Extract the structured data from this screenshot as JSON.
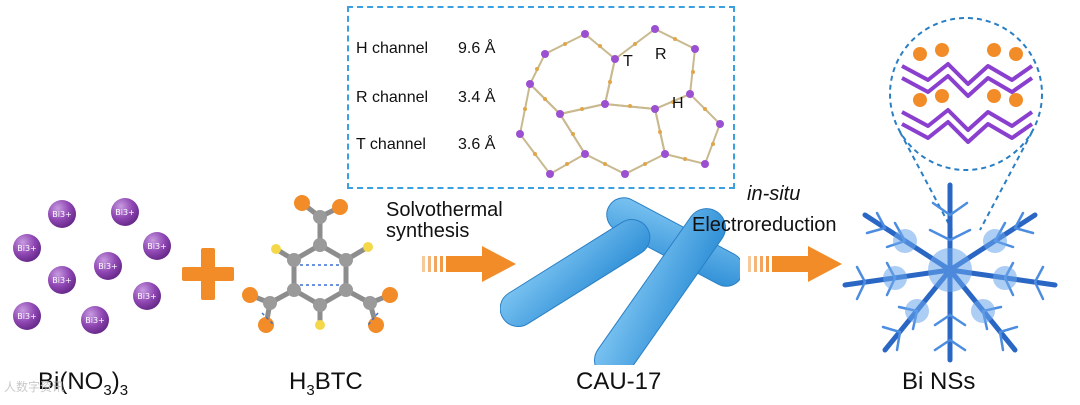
{
  "ion_label": "Bi3+",
  "reactants": {
    "bi_nitrate": {
      "main": "Bi(NO",
      "sub": "3",
      "close": ")",
      "sub2": "3"
    },
    "btc": {
      "prefix": "H",
      "sub": "3",
      "suffix": "BTC"
    }
  },
  "product_mof": "CAU-17",
  "product_final": "Bi NSs",
  "step1": {
    "line1": "Solvothermal",
    "line2": "synthesis"
  },
  "step2": {
    "line1": "in-situ",
    "line2": "Electroreduction"
  },
  "channels": [
    {
      "name": "H channel",
      "size": "9.6 Å"
    },
    {
      "name": "R channel",
      "size": "3.4 Å"
    },
    {
      "name": "T channel",
      "size": "3.6 Å"
    }
  ],
  "channel_markers": {
    "t": "T",
    "r": "R",
    "h": "H"
  },
  "watermark": "人数字资讯",
  "colors": {
    "bi_ion": "#8f47b3",
    "plus": "#f28c28",
    "arrow": "#f28c28",
    "rod": "#4aa8e8",
    "inset_border": "#3aa0e0",
    "nanosheet": "#2a66c4",
    "structure": "#8a3fcf"
  }
}
